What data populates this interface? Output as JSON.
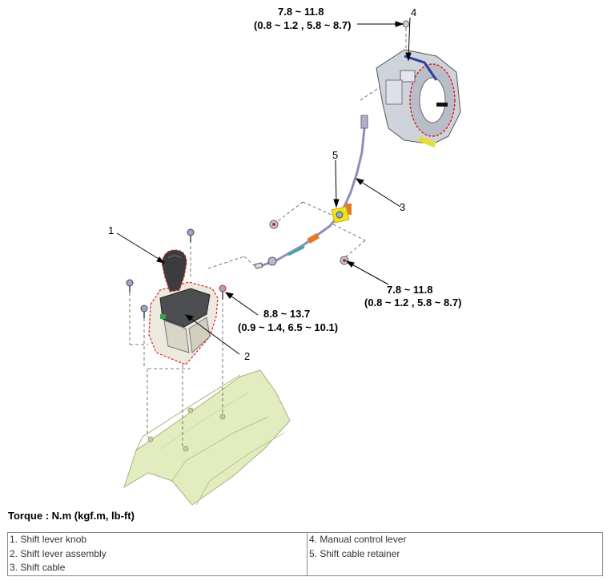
{
  "callouts": {
    "c1": "1",
    "c2": "2",
    "c3": "3",
    "c4": "4",
    "c5": "5"
  },
  "torques": {
    "top": {
      "line1": "7.8 ~ 11.8",
      "line2": "(0.8 ~ 1.2 , 5.8 ~ 8.7)"
    },
    "right": {
      "line1": "7.8 ~ 11.8",
      "line2": "(0.8 ~ 1.2 , 5.8 ~ 8.7)"
    },
    "lever": {
      "line1": "8.8 ~ 13.7",
      "line2": "(0.9 ~ 1.4, 6.5 ~ 10.1)"
    }
  },
  "torque_heading": "Torque : N.m (kgf.m, lb-ft)",
  "legend": {
    "left": [
      "1. Shift lever knob",
      "2. Shift lever assembly",
      "3. Shift cable"
    ],
    "right": [
      "4. Manual control lever",
      "5. Shift cable retainer"
    ]
  },
  "colors": {
    "callout_outline": "#e02020",
    "cable": "#8e8ebc",
    "cable_sleeve": "#e07a2a",
    "cable_accent": "#3aa8a8",
    "floor_panel": "#e2ecbf",
    "retainer": "#f2e11f"
  }
}
